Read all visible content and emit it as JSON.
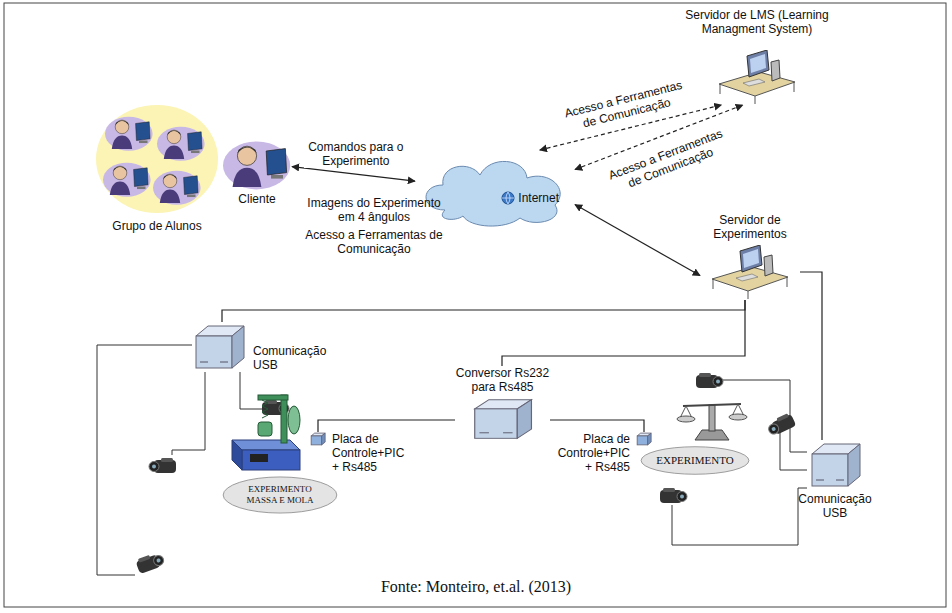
{
  "diagram": {
    "caption": "Fonte: Monteiro, et.al. (2013)",
    "nodes": [
      {
        "text": [
          "Servidor de LMS (Learning Managment System)"
        ]
      },
      {
        "text": [
          "Grupo de Alunos"
        ]
      },
      {
        "text": [
          "Cliente"
        ]
      },
      {
        "text": [
          "Internet"
        ]
      },
      {
        "text": [
          "Servidor de Experimentos"
        ]
      },
      {
        "text": [
          "Comunicação USB"
        ]
      },
      {
        "text": [
          "Conversor Rs232 para Rs485"
        ]
      },
      {
        "text": [
          "Placa de Controle+PIC + Rs485"
        ]
      },
      {
        "text": [
          "Placa de Controle+PIC + Rs485"
        ]
      },
      {
        "text": [
          "EXPERIMENTO MASSA E MOLA"
        ]
      },
      {
        "text": [
          "EXPERIMENTO"
        ]
      },
      {
        "text": [
          "Comunicação USB"
        ]
      }
    ],
    "edges": [
      {
        "from": 2,
        "to": 3,
        "arrow": "both",
        "label": "Comandos para o Experimento"
      },
      {
        "from": 3,
        "to": 0,
        "arrow": "both",
        "label": "Acesso a Ferramentas de Comunicação"
      },
      {
        "from": 3,
        "to": 0,
        "arrow": "both",
        "label": "Acesso a Ferramentas de Comunicação"
      },
      {
        "from": 3,
        "to": 4,
        "arrow": "both"
      },
      {
        "from": 4,
        "to": 5,
        "arrow": "none"
      },
      {
        "from": 4,
        "to": 6,
        "arrow": "none"
      },
      {
        "from": 4,
        "to": 11,
        "arrow": "none"
      },
      {
        "from": 6,
        "to": 7,
        "arrow": "none"
      },
      {
        "from": 6,
        "to": 8,
        "arrow": "none"
      }
    ],
    "labels": [
      "Imagens do Experimento em 4 ângulos",
      "Acesso a Ferramentas de Comunicação"
    ]
  }
}
